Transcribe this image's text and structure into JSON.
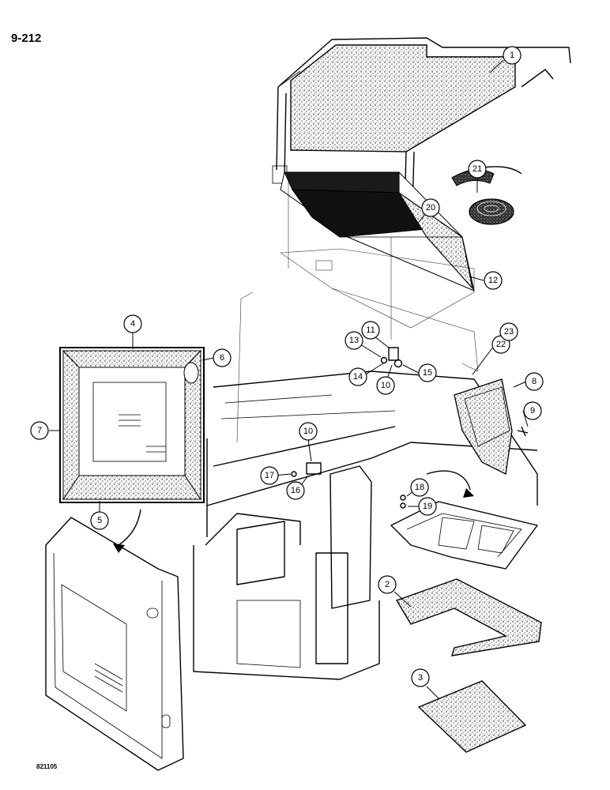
{
  "page_number": "9-212",
  "reference_code": "821105",
  "callouts": [
    {
      "label": "1"
    },
    {
      "label": "2"
    },
    {
      "label": "3"
    },
    {
      "label": "4"
    },
    {
      "label": "5"
    },
    {
      "label": "6"
    },
    {
      "label": "7"
    },
    {
      "label": "8"
    },
    {
      "label": "9"
    },
    {
      "label": "10"
    },
    {
      "label": "10"
    },
    {
      "label": "11"
    },
    {
      "label": "12"
    },
    {
      "label": "13"
    },
    {
      "label": "14"
    },
    {
      "label": "15"
    },
    {
      "label": "16"
    },
    {
      "label": "17"
    },
    {
      "label": "18"
    },
    {
      "label": "19"
    },
    {
      "label": "20"
    },
    {
      "label": "21"
    },
    {
      "label": "22"
    },
    {
      "label": "23"
    }
  ]
}
